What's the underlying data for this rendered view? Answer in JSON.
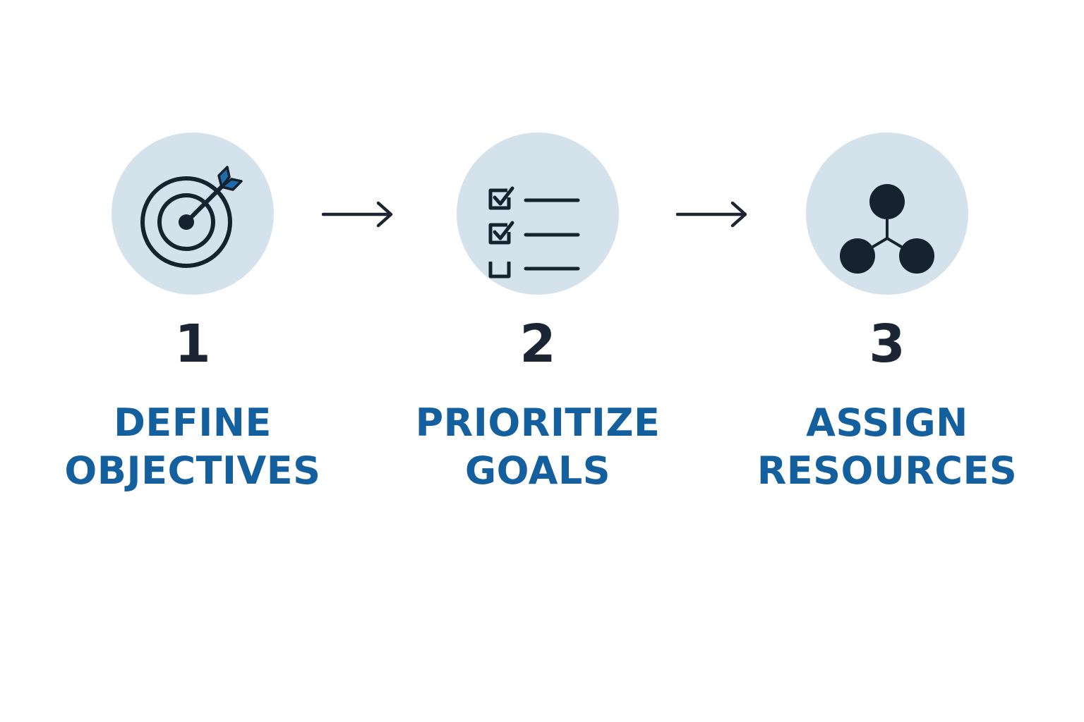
{
  "colors": {
    "background": "#ffffff",
    "circle_fill": "#d4e3eb",
    "icon_dark": "#17222f",
    "icon_accent": "#1f6aa8",
    "number": "#1c2533",
    "label": "#14609e",
    "arrow": "#1c2533"
  },
  "steps": [
    {
      "number": "1",
      "label_lines": [
        "DEFINE",
        "OBJECTIVES"
      ],
      "icon": "target-icon"
    },
    {
      "number": "2",
      "label_lines": [
        "PRIORITIZE",
        "GOALS"
      ],
      "icon": "checklist-icon"
    },
    {
      "number": "3",
      "label_lines": [
        "ASSIGN",
        "RESOURCES"
      ],
      "icon": "network-nodes-icon"
    }
  ]
}
